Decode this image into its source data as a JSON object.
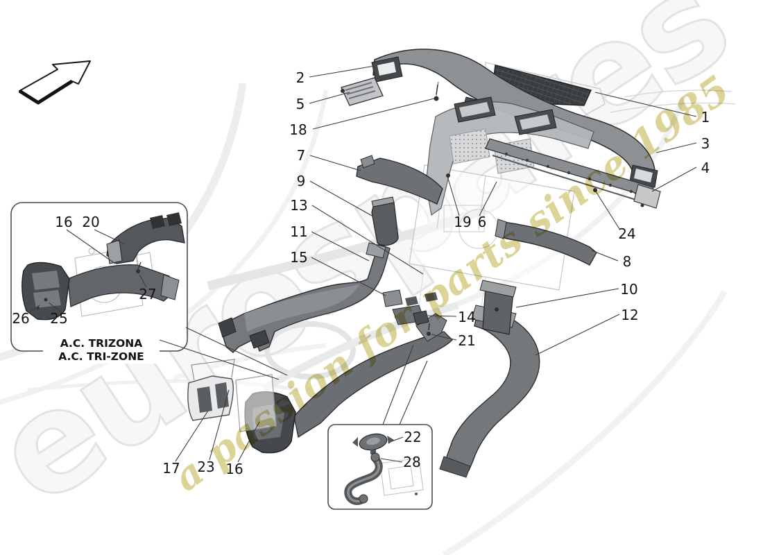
{
  "inset_ac": {
    "line1": "A.C. TRIZONA",
    "line2": "A.C. TRI-ZONE"
  },
  "watermark": {
    "brand": "eurospares",
    "tagline": "a passion for parts since 1985",
    "brand_color": "#efefef",
    "tagline_color": "#d6cd85"
  },
  "colors": {
    "leader_line": "#3c3c3c",
    "part_dark": "#4b4e51",
    "part_mid": "#7d8084",
    "part_light": "#b9bcbf"
  },
  "callouts": [
    {
      "label": "2"
    },
    {
      "label": "5"
    },
    {
      "label": "18"
    },
    {
      "label": "7"
    },
    {
      "label": "9"
    },
    {
      "label": "13"
    },
    {
      "label": "11"
    },
    {
      "label": "15"
    },
    {
      "label": "1"
    },
    {
      "label": "3"
    },
    {
      "label": "4"
    },
    {
      "label": "24"
    },
    {
      "label": "8"
    },
    {
      "label": "10"
    },
    {
      "label": "12"
    },
    {
      "label": "19"
    },
    {
      "label": "6"
    },
    {
      "label": "14"
    },
    {
      "label": "21"
    },
    {
      "label": "17"
    },
    {
      "label": "23"
    },
    {
      "label": "16"
    },
    {
      "label": "22"
    },
    {
      "label": "28"
    },
    {
      "label": "16"
    },
    {
      "label": "20"
    },
    {
      "label": "27"
    },
    {
      "label": "26"
    },
    {
      "label": "25"
    }
  ]
}
